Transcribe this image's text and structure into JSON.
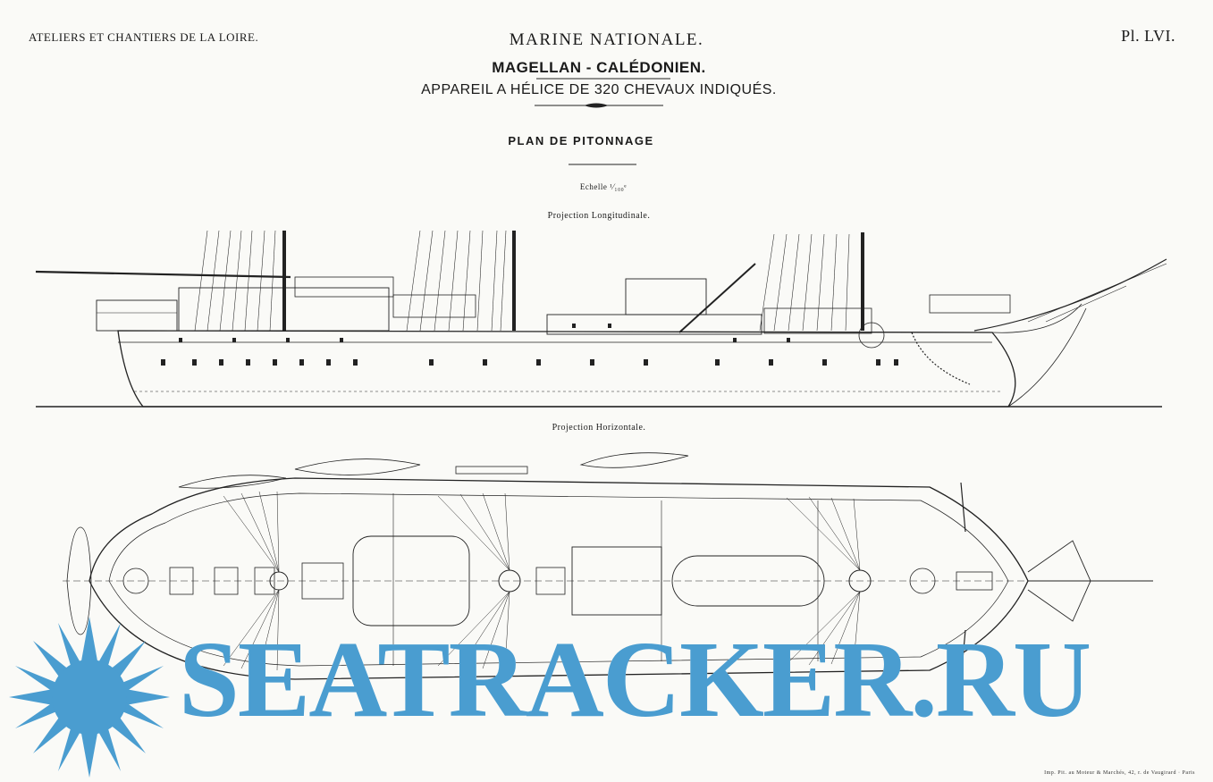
{
  "header": {
    "workshop": "ATELIERS ET CHANTIERS DE LA LOIRE.",
    "plate": "Pl. LVI.",
    "navy": "MARINE NATIONALE.",
    "ship": "MAGELLAN - CALÉDONIEN.",
    "engine": "APPAREIL A HÉLICE DE 320 CHEVAUX INDIQUÉS."
  },
  "plan": {
    "title": "PLAN DE PITONNAGE",
    "scale": "Echelle ¹⁄₁₀₀ᵉ",
    "projection_longitudinal": "Projection Longitudinale.",
    "projection_horizontal": "Projection Horizontale."
  },
  "watermark": {
    "text": "SEATRACKER.RU",
    "color": "#4a9dd0"
  },
  "footer": {
    "printer": "Imp. Pit. au Moteur & Marchés, 42, r. de Vaugirard · Paris"
  }
}
